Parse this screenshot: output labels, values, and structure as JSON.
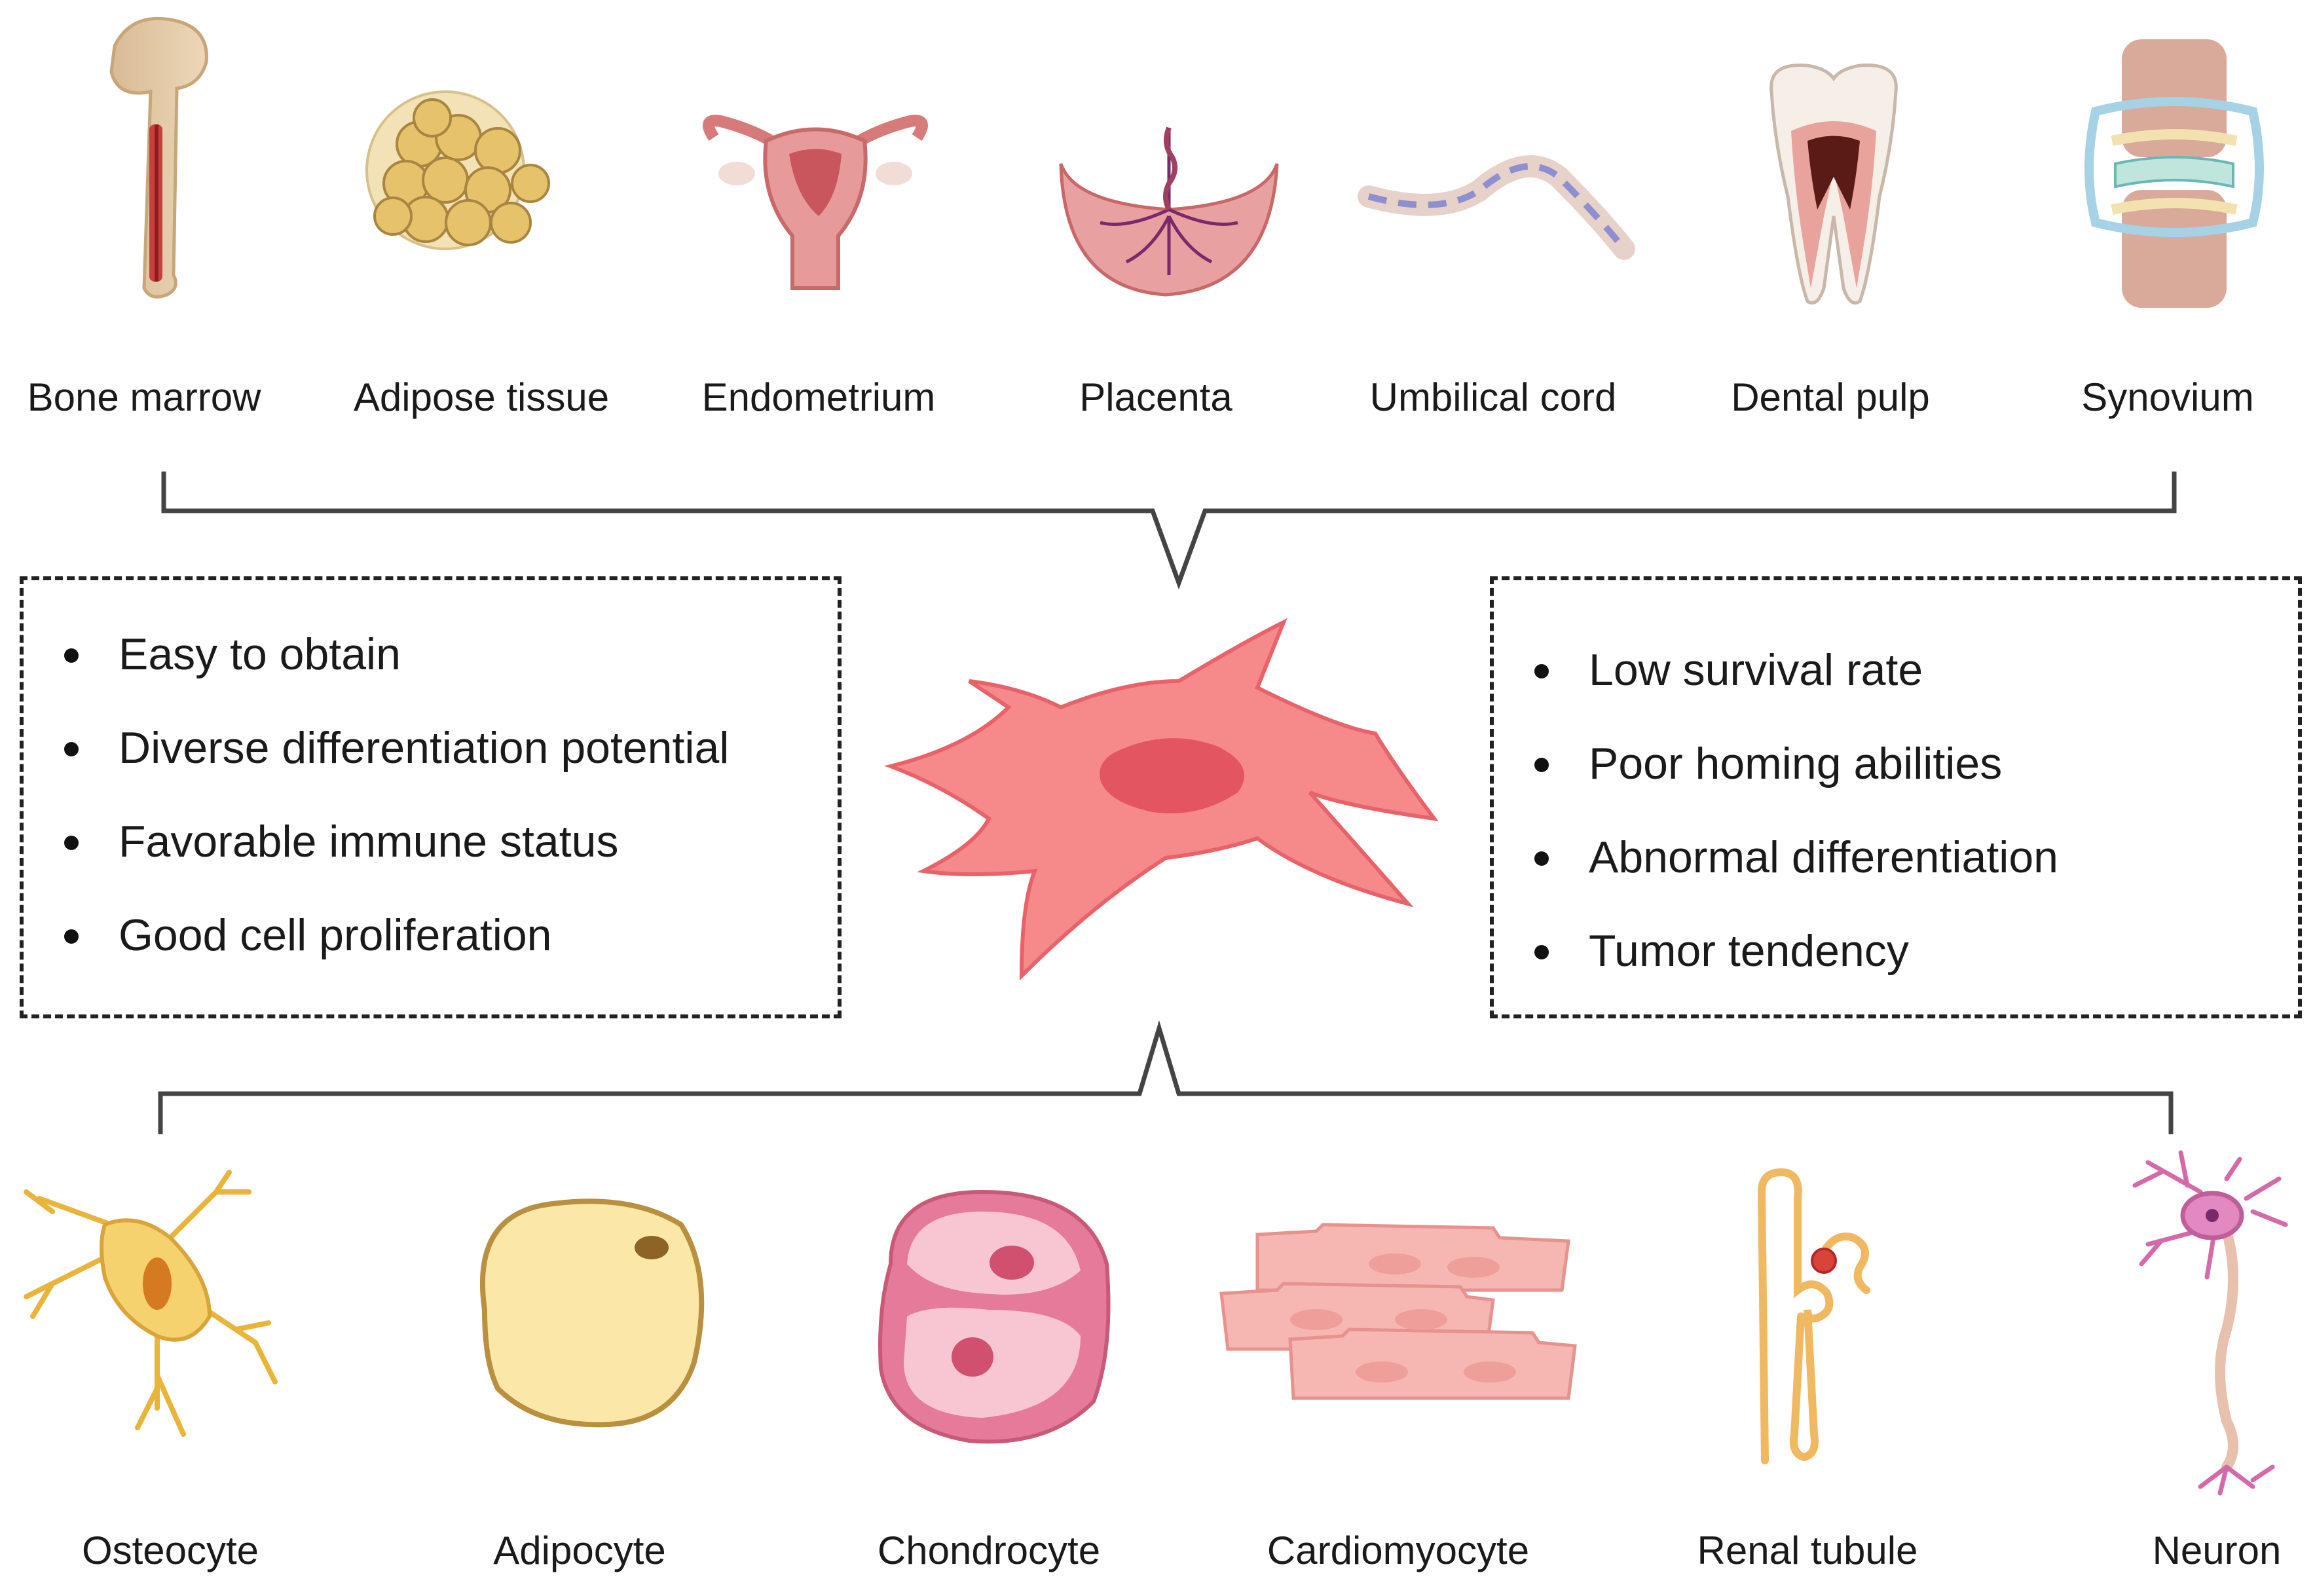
{
  "sources": [
    {
      "label": "Bone marrow",
      "icon": "bone-icon"
    },
    {
      "label": "Adipose tissue",
      "icon": "fat-tissue-icon"
    },
    {
      "label": "Endometrium",
      "icon": "uterus-icon"
    },
    {
      "label": "Placenta",
      "icon": "placenta-icon"
    },
    {
      "label": "Umbilical cord",
      "icon": "umbilical-cord-icon"
    },
    {
      "label": "Dental pulp",
      "icon": "tooth-icon"
    },
    {
      "label": "Synovium",
      "icon": "joint-icon"
    }
  ],
  "advantages": [
    "Easy to obtain",
    "Diverse differentiation potential",
    "Favorable immune status",
    "Good cell proliferation"
  ],
  "limitations": [
    "Low survival rate",
    "Poor homing abilities",
    "Abnormal differentiation",
    "Tumor tendency"
  ],
  "center_icon": "mesenchymal-stem-cell-icon",
  "targets": [
    {
      "label": "Osteocyte",
      "icon": "osteocyte-icon"
    },
    {
      "label": "Adipocyte",
      "icon": "adipocyte-icon"
    },
    {
      "label": "Chondrocyte",
      "icon": "chondrocyte-icon"
    },
    {
      "label": "Cardiomyocyte",
      "icon": "cardiomyocyte-icon"
    },
    {
      "label": "Renal tubule",
      "icon": "renal-tubule-icon"
    },
    {
      "label": "Neuron",
      "icon": "neuron-icon"
    }
  ],
  "colors": {
    "cell_fill": "#f68a8a",
    "cell_stroke": "#e8626a",
    "nucleus": "#e25561",
    "bracket": "#444444"
  }
}
